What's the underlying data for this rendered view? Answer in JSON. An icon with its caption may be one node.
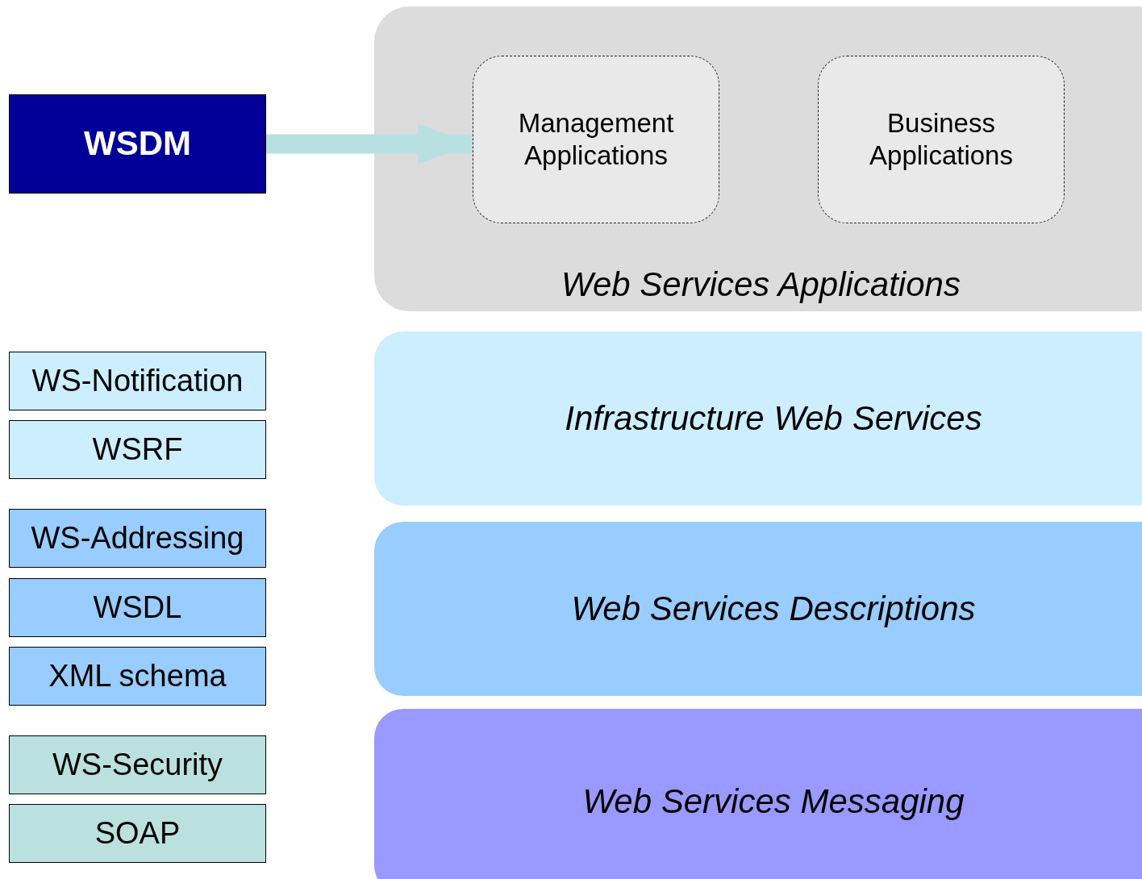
{
  "diagram": {
    "nodes": [
      {
        "text": [
          "WSDM"
        ]
      },
      {
        "text": [
          "Web Services Applications"
        ]
      },
      {
        "text": [
          "Management Applications"
        ],
        "in": 1
      },
      {
        "text": [
          "Business Applications"
        ],
        "in": 1
      },
      {
        "text": [
          "WS-Notification"
        ]
      },
      {
        "text": [
          "WSRF"
        ]
      },
      {
        "text": [
          "Infrastructure Web Services"
        ]
      },
      {
        "text": [
          "WS-Addressing"
        ]
      },
      {
        "text": [
          "WSDL"
        ]
      },
      {
        "text": [
          "XML schema"
        ]
      },
      {
        "text": [
          "Web Services Descriptions"
        ]
      },
      {
        "text": [
          "WS-Security"
        ]
      },
      {
        "text": [
          "SOAP"
        ]
      },
      {
        "text": [
          "Web Services Messaging"
        ]
      }
    ],
    "edges": [
      {
        "from": 0,
        "to": 2,
        "arrow": "to"
      }
    ]
  }
}
